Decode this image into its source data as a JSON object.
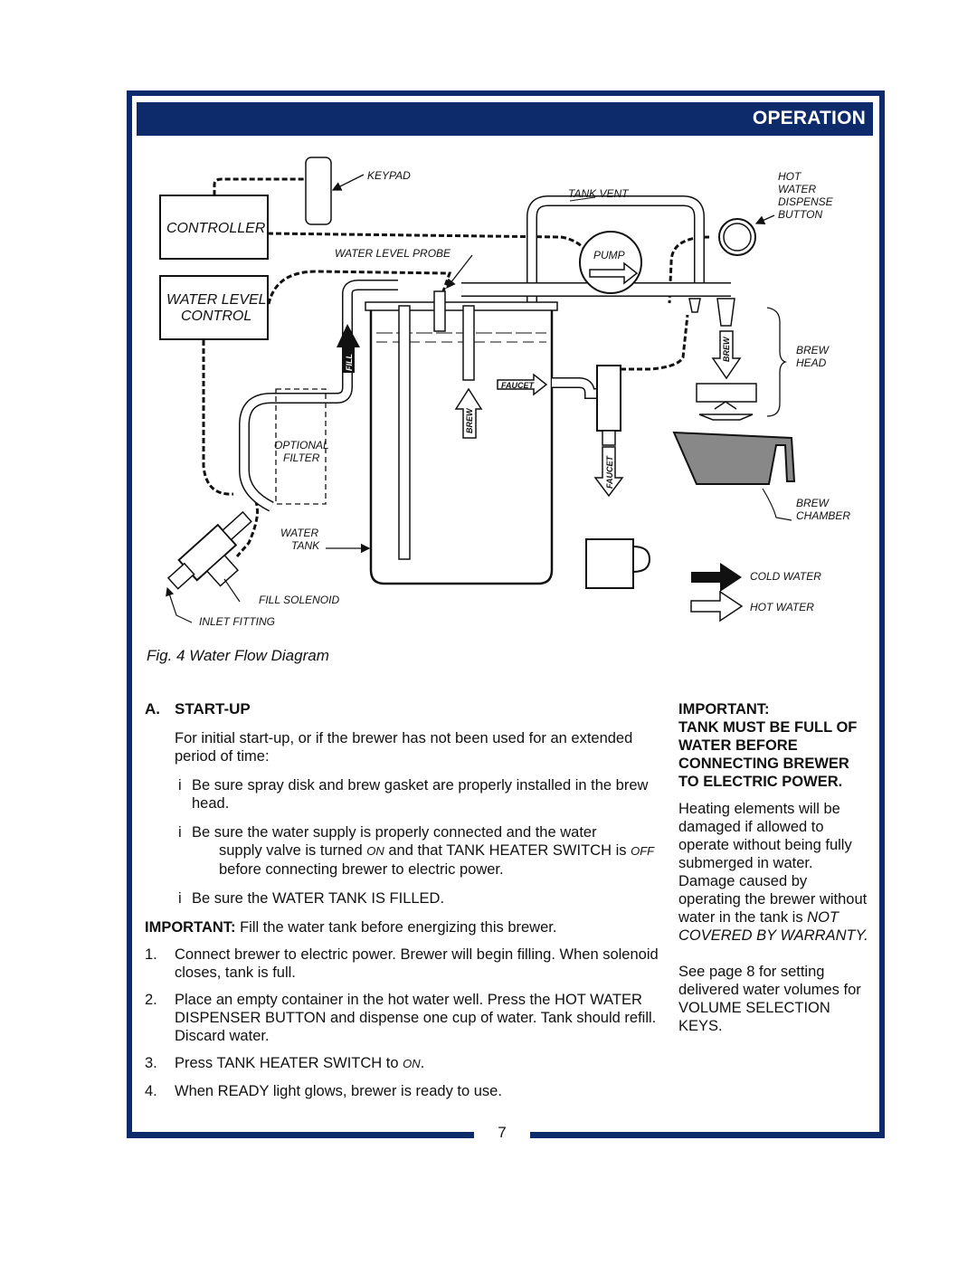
{
  "header": {
    "title": "OPERATION"
  },
  "colors": {
    "brand_navy": "#0d2a6b",
    "cold_water": "#111111",
    "hot_water": "#ffffff",
    "chamber_gray": "#888888"
  },
  "diagram": {
    "labels": {
      "keypad": "KEYPAD",
      "controller": "CONTROLLER",
      "water_level_probe": "WATER LEVEL PROBE",
      "water_level_control_1": "WATER LEVEL",
      "water_level_control_2": "CONTROL",
      "tank_vent": "TANK VENT",
      "pump": "PUMP",
      "hot_water_dispense_1": "HOT",
      "hot_water_dispense_2": "WATER",
      "hot_water_dispense_3": "DISPENSE",
      "hot_water_dispense_4": "BUTTON",
      "fill": "FILL",
      "brew_arrow_tank": "BREW",
      "faucet_arrow_tank": "FAUCET",
      "faucet_arrow_down": "FAUCET",
      "brew_arrow_head": "BREW",
      "brew_head_1": "BREW",
      "brew_head_2": "HEAD",
      "optional_filter_1": "OPTIONAL",
      "optional_filter_2": "FILTER",
      "brew_chamber_1": "BREW",
      "brew_chamber_2": "CHAMBER",
      "water_tank_1": "WATER",
      "water_tank_2": "TANK",
      "fill_solenoid": "FILL SOLENOID",
      "inlet_fitting": "INLET FITTING"
    },
    "legend": {
      "cold": "COLD WATER",
      "hot": "HOT WATER"
    }
  },
  "caption": "Fig. 4  Water Flow Diagram",
  "startup": {
    "letter": "A.",
    "title": "START-UP",
    "intro": "For initial start-up, or if the brewer has not been used for an extended period of time:",
    "bullet_mark": "i",
    "bullet1": "Be sure spray disk and brew gasket are properly installed in the brew head.",
    "bullet2_line1": "Be sure the water supply is properly connected and the water",
    "bullet2_a": "supply valve is turned ",
    "bullet2_on": "ON",
    "bullet2_b": " and that TANK HEATER SWITCH is ",
    "bullet2_off": "OFF",
    "bullet2_c": " before connecting brewer to electric power.",
    "bullet3": "Be sure the WATER TANK IS FILLED.",
    "important_label": "IMPORTANT:",
    "important_text": "  Fill the water tank before energizing this brewer.",
    "steps": [
      {
        "num": "1.",
        "text": "Connect brewer to electric power.  Brewer will begin filling.  When solenoid closes, tank is full."
      },
      {
        "num": "2.",
        "text": "Place an empty container in the hot water well.  Press the HOT WATER DISPENSER BUTTON and dispense one cup of water.  Tank should refill.  Discard water."
      },
      {
        "num": "3.",
        "text": "Press TANK HEATER SWITCH to ",
        "small": "ON",
        "end": "."
      },
      {
        "num": "4.",
        "text": "When READY light glows, brewer is ready to use."
      }
    ]
  },
  "sidebar": {
    "important_heading": "IMPORTANT:",
    "warning_heading": "TANK MUST BE FULL OF WATER BEFORE CONNECTING BREWER TO ELECTRIC POWER.",
    "warning_body": "Heating  elements will be damaged if allowed to operate  without being fully submerged in water. Damage caused by operating the brewer without water in the tank is ",
    "warning_emph": "NOT COVERED BY WARRANTY",
    "warning_end": ".",
    "see_page": "See page 8 for setting delivered water volumes for VOLUME SELECTION KEYS."
  },
  "footer": {
    "page_number": "7"
  }
}
